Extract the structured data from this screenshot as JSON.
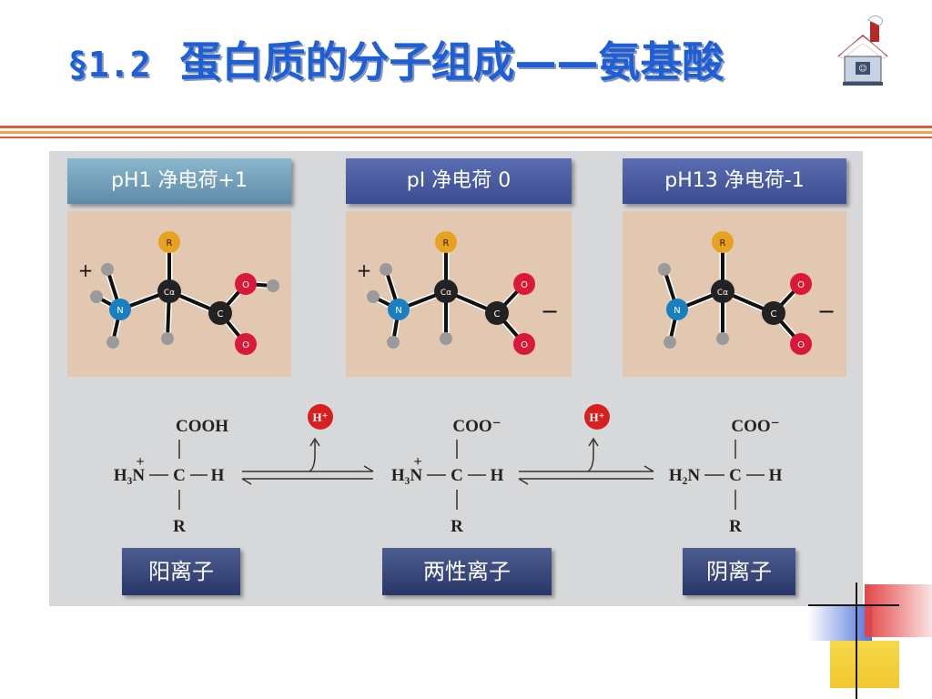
{
  "slide": {
    "section_number": "§1.2",
    "title_text": "蛋白质的分子组成——氨基酸"
  },
  "conditions": [
    {
      "label": "pH1 净电荷+1"
    },
    {
      "label": "pI 净电荷 0"
    },
    {
      "label": "pH13 净电荷-1"
    }
  ],
  "molecules": [
    {
      "charge_left": "+",
      "charge_right": "",
      "atom_r": "R",
      "atom_n": "N",
      "atom_ca": "Cα",
      "atom_c": "C",
      "atom_o": "O"
    },
    {
      "charge_left": "+",
      "charge_right": "−",
      "atom_r": "R",
      "atom_n": "N",
      "atom_ca": "Cα",
      "atom_c": "C",
      "atom_o": "O"
    },
    {
      "charge_left": "",
      "charge_right": "−",
      "atom_r": "R",
      "atom_n": "N",
      "atom_ca": "Cα",
      "atom_c": "C",
      "atom_o": "O"
    }
  ],
  "equilibrium": {
    "proton_label": "H⁺",
    "species": [
      {
        "top": "COOH",
        "left": "H₃N",
        "plus": "+",
        "center": "C",
        "right": "H",
        "bottom": "R"
      },
      {
        "top": "COO⁻",
        "left": "H₃N",
        "plus": "+",
        "center": "C",
        "right": "H",
        "bottom": "R"
      },
      {
        "top": "COO⁻",
        "left": "H₂N",
        "plus": "",
        "center": "C",
        "right": "H",
        "bottom": "R"
      }
    ]
  },
  "ion_labels": [
    "阳离子",
    "两性离子",
    "阴离子"
  ],
  "colors": {
    "title_blue": "#1f5fd6",
    "atom_r": "#e7a222",
    "atom_n": "#1a7fc0",
    "atom_o": "#d8193a",
    "atom_c": "#222222",
    "atom_h": "#9a9a9a",
    "proton": "#d62020"
  },
  "icons": {
    "home": "house-icon"
  }
}
